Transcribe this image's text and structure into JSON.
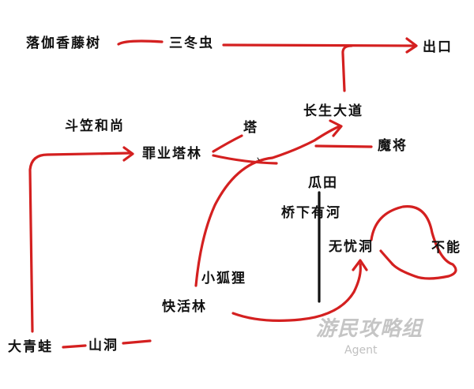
{
  "nodes": {
    "luojia_tree": "落伽香藤树",
    "sandong_bug": "三冬虫",
    "exit": "出口",
    "doulie_monk": "斗笠和尚",
    "zuiye_forest": "罪业塔林",
    "tower": "塔",
    "changsheng_road": "长生大道",
    "mo_jiang": "魔将",
    "melon_field": "瓜田",
    "bridge_river": "桥下有河",
    "wuyou_cave": "无忧洞",
    "buneng": "不能",
    "little_fox": "小狐狸",
    "kuaihuo_forest": "快活林",
    "big_frog": "大青蛙",
    "mountain_cave": "山洞"
  },
  "watermark": {
    "main": "游民攻略组",
    "sub": "Agent"
  },
  "colors": {
    "route": "#d42020",
    "barrier": "#111111",
    "text": "#111111"
  }
}
